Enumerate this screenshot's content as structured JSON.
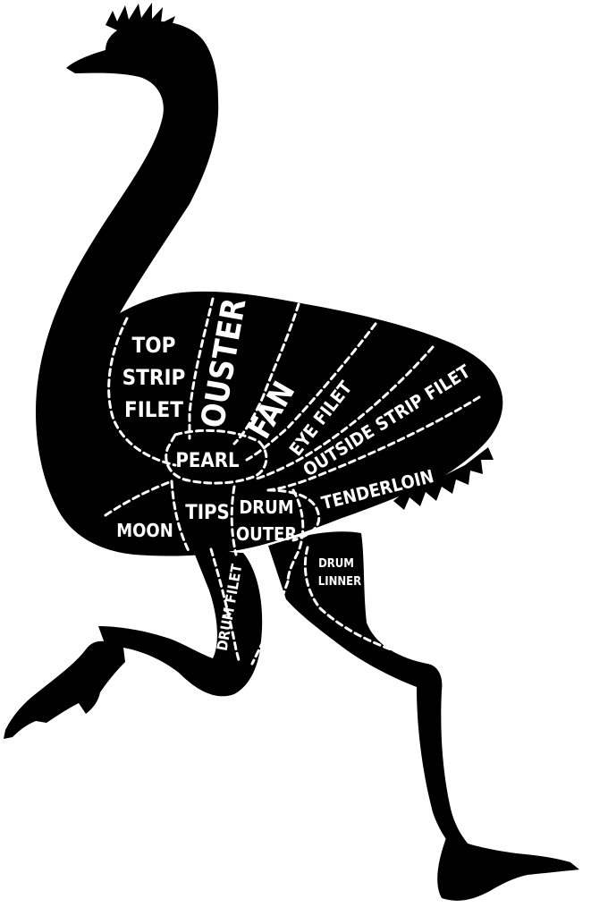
{
  "colors": {
    "silhouette": "#000000",
    "labels": "#ffffff",
    "background": "#ffffff"
  },
  "cuts": {
    "top_strip_filet": [
      "TOP",
      "STRIP",
      "FILET"
    ],
    "ouster": "OUSTER",
    "fan": "FAN",
    "eye_filet": "EYE FILET",
    "outside_strip_filet": "OUTSIDE STRIP FILET",
    "tenderloin": "TENDERLOIN",
    "pearl": "PEARL",
    "moon": "MOON",
    "tips": "TIPS",
    "drum_outer": [
      "DRUM",
      "OUTER"
    ],
    "drum_filet": "DRUM FILET",
    "drum_linner": [
      "DRUM",
      "LINNER"
    ]
  }
}
